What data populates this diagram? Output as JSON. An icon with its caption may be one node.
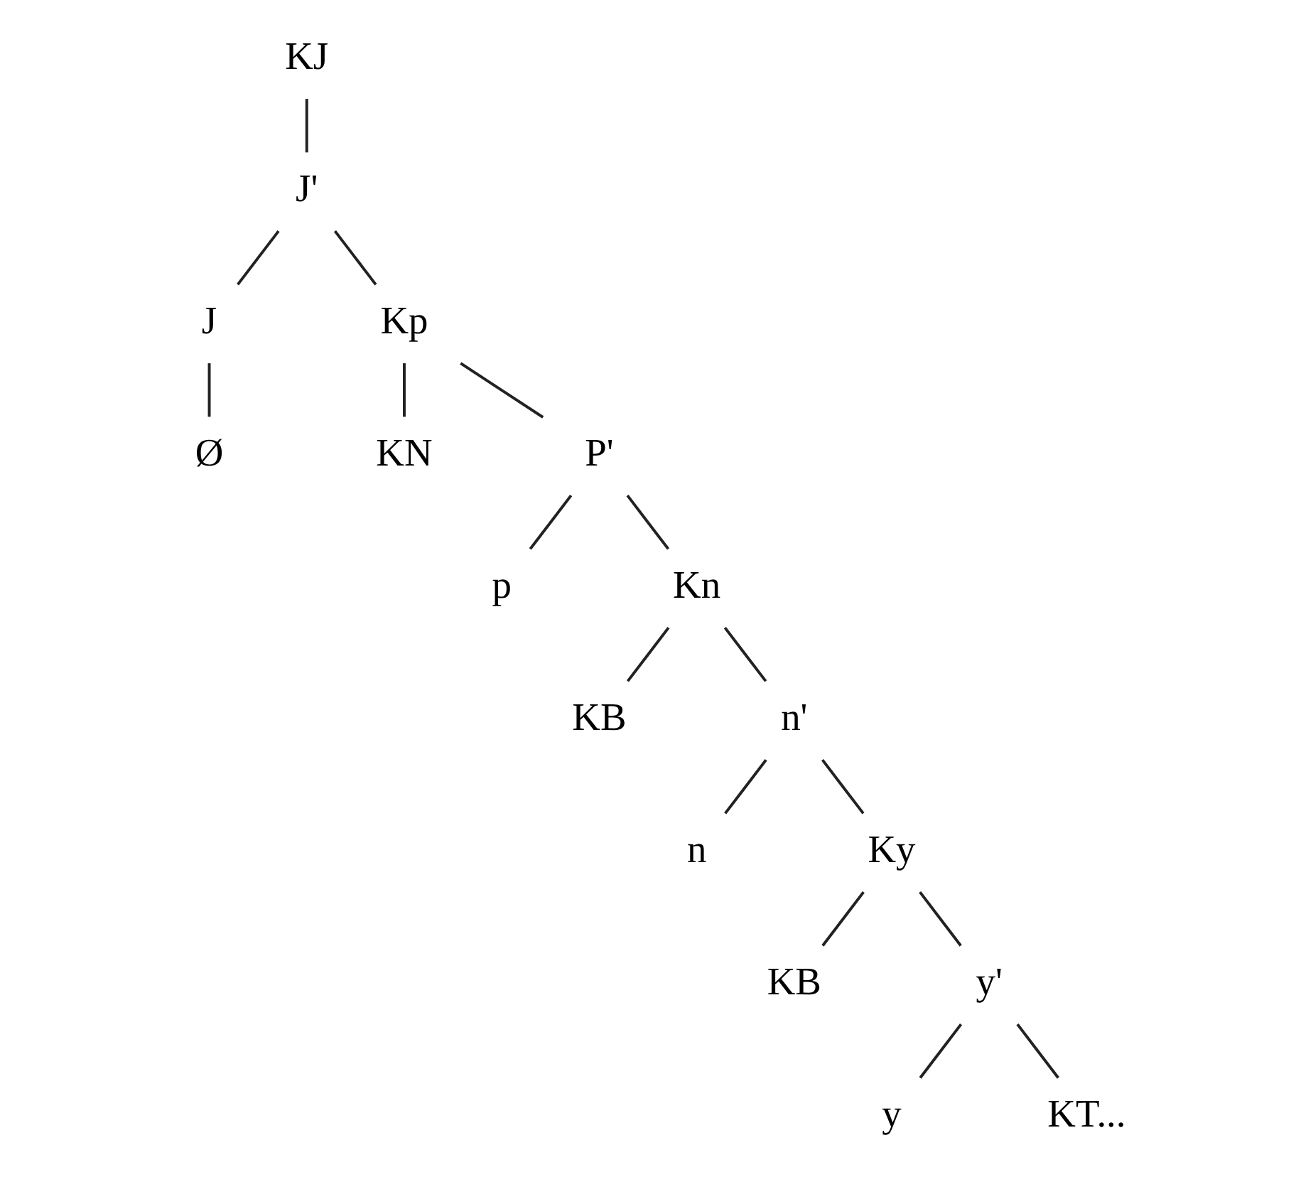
{
  "diagram": {
    "nodes": [
      {
        "text": [
          "KJ"
        ]
      },
      {
        "text": [
          "J'"
        ]
      },
      {
        "text": [
          "J"
        ]
      },
      {
        "text": [
          "Kp"
        ]
      },
      {
        "text": [
          "Ø"
        ]
      },
      {
        "text": [
          "KN"
        ]
      },
      {
        "text": [
          "P'"
        ]
      },
      {
        "text": [
          "p"
        ]
      },
      {
        "text": [
          "Kn"
        ]
      },
      {
        "text": [
          "KB"
        ]
      },
      {
        "text": [
          "n'"
        ]
      },
      {
        "text": [
          "n"
        ]
      },
      {
        "text": [
          "Ky"
        ]
      },
      {
        "text": [
          "KB"
        ]
      },
      {
        "text": [
          "y'"
        ]
      },
      {
        "text": [
          "y"
        ]
      },
      {
        "text": [
          "KT..."
        ]
      }
    ],
    "edges": [
      {
        "from": 0,
        "to": 1,
        "arrow": "none"
      },
      {
        "from": 1,
        "to": 2,
        "arrow": "none"
      },
      {
        "from": 1,
        "to": 3,
        "arrow": "none"
      },
      {
        "from": 2,
        "to": 4,
        "arrow": "none"
      },
      {
        "from": 3,
        "to": 5,
        "arrow": "none"
      },
      {
        "from": 3,
        "to": 6,
        "arrow": "none"
      },
      {
        "from": 6,
        "to": 7,
        "arrow": "none"
      },
      {
        "from": 6,
        "to": 8,
        "arrow": "none"
      },
      {
        "from": 8,
        "to": 9,
        "arrow": "none"
      },
      {
        "from": 8,
        "to": 10,
        "arrow": "none"
      },
      {
        "from": 10,
        "to": 11,
        "arrow": "none"
      },
      {
        "from": 10,
        "to": 12,
        "arrow": "none"
      },
      {
        "from": 12,
        "to": 13,
        "arrow": "none"
      },
      {
        "from": 12,
        "to": 14,
        "arrow": "none"
      },
      {
        "from": 14,
        "to": 15,
        "arrow": "none"
      },
      {
        "from": 14,
        "to": 16,
        "arrow": "none"
      }
    ]
  }
}
